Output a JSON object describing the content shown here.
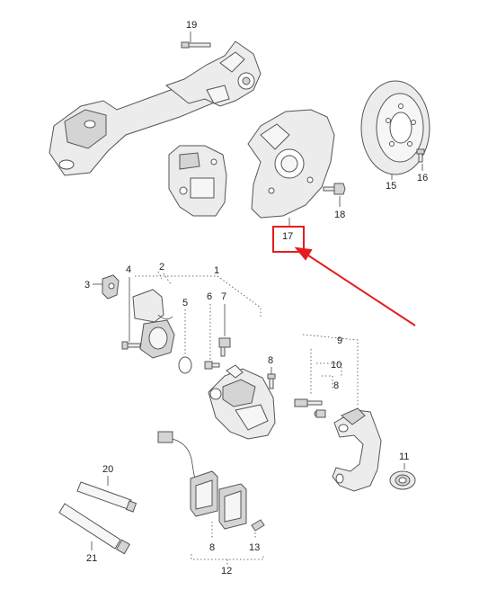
{
  "callouts": {
    "c19": "19",
    "c17": "17",
    "c18": "18",
    "c15": "15",
    "c16": "16",
    "c1": "1",
    "c2": "2",
    "c3": "3",
    "c4": "4",
    "c5": "5",
    "c6": "6",
    "c7": "7",
    "c8a": "8",
    "c9": "9",
    "c10": "10",
    "c8b": "8",
    "c11": "11",
    "c20": "20",
    "c21": "21",
    "c8c": "8",
    "c13": "13",
    "c12": "12"
  },
  "highlight": {
    "target": "17",
    "color": "#e41e1e"
  }
}
